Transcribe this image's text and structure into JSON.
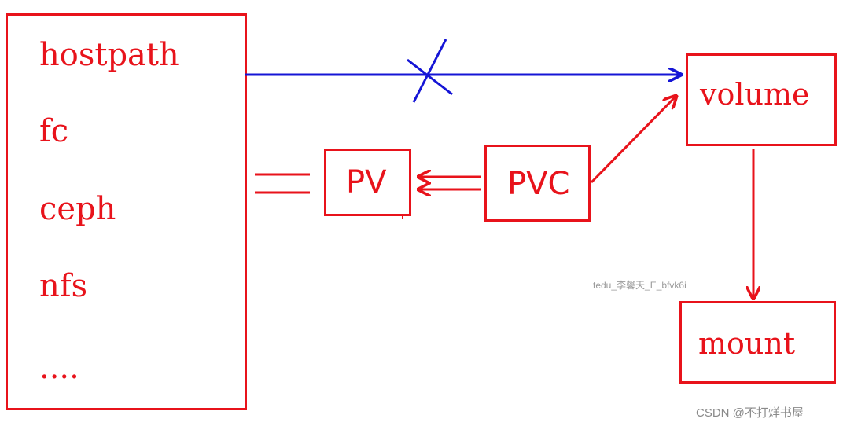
{
  "sources": [
    "hostpath",
    "fc",
    "ceph",
    "nfs",
    "...."
  ],
  "nodes": {
    "pv": "PV",
    "pvc": "PVC",
    "volume": "volume",
    "mount": "mount"
  },
  "watermarks": {
    "center": "tedu_李馨天_E_bfvk6i",
    "corner": "CSDN @不打烊书屋"
  },
  "colors": {
    "primary": "#e8131b",
    "blocked_link": "#1515d6",
    "watermark": "#9a9a9a"
  }
}
